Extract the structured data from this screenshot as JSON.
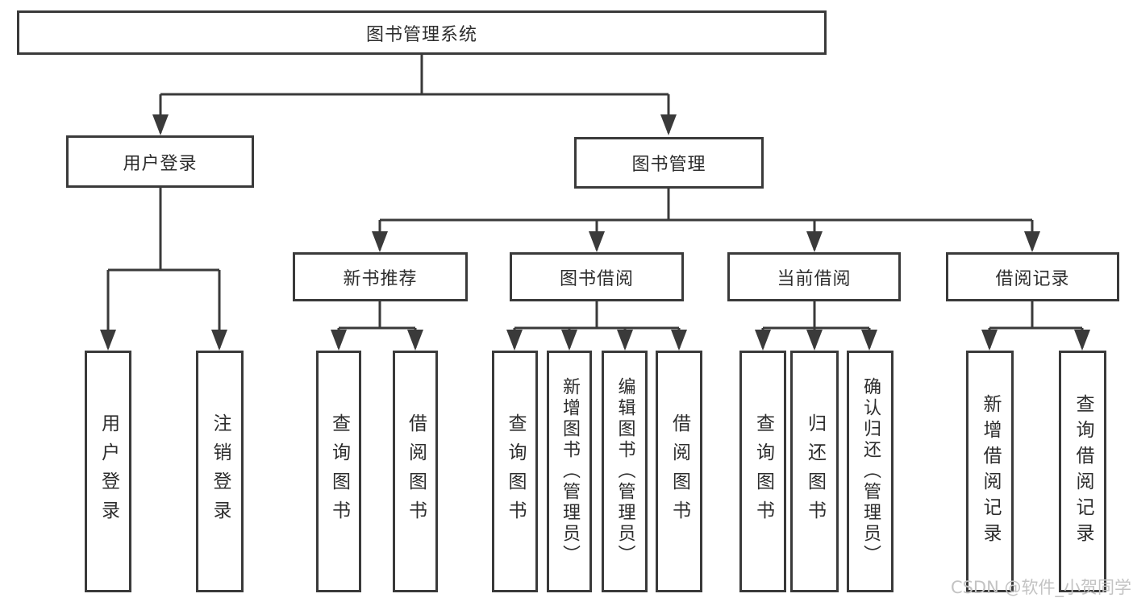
{
  "diagram": {
    "root": {
      "label": "图书管理系统"
    },
    "branches": [
      {
        "label": "用户登录",
        "children": [
          {
            "label": "用户登录"
          },
          {
            "label": "注销登录"
          }
        ]
      },
      {
        "label": "图书管理",
        "children": [
          {
            "label": "新书推荐",
            "children": [
              {
                "label": "查询图书"
              },
              {
                "label": "借阅图书"
              }
            ]
          },
          {
            "label": "图书借阅",
            "children": [
              {
                "label": "查询图书"
              },
              {
                "label": "新增图书（管理员）"
              },
              {
                "label": "编辑图书（管理员）"
              },
              {
                "label": "借阅图书"
              }
            ]
          },
          {
            "label": "当前借阅",
            "children": [
              {
                "label": "查询图书"
              },
              {
                "label": "归还图书"
              },
              {
                "label": "确认归还（管理员）"
              }
            ]
          },
          {
            "label": "借阅记录",
            "children": [
              {
                "label": "新增借阅记录"
              },
              {
                "label": "查询借阅记录"
              }
            ]
          }
        ]
      }
    ]
  },
  "watermark": {
    "text": "CSDN @软件_小贺同学"
  },
  "colors": {
    "line": "#3a3a3a",
    "box_border": "#3a3a3a",
    "box_bg": "#ffffff",
    "text": "#2d2d2d",
    "watermark": "#c3c3c3"
  }
}
